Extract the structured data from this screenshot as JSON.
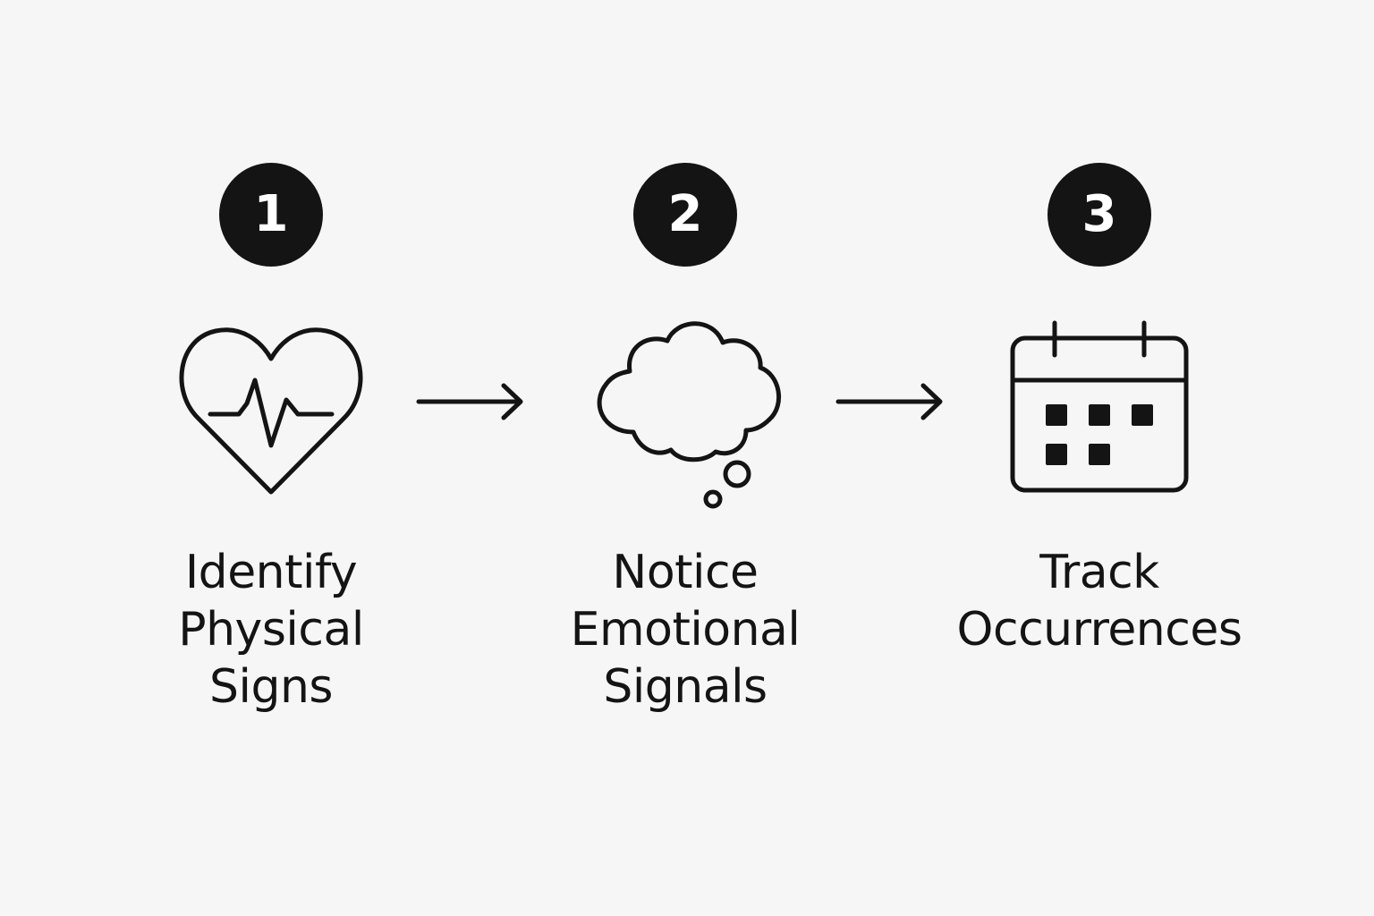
{
  "colors": {
    "background": "#f6f6f6",
    "ink": "#141414",
    "badge_text": "#ffffff"
  },
  "steps": [
    {
      "number": "1",
      "icon": "heart-pulse-icon",
      "label_lines": [
        "Identify",
        "Physical",
        "Signs"
      ]
    },
    {
      "number": "2",
      "icon": "thought-cloud-icon",
      "label_lines": [
        "Notice",
        "Emotional",
        "Signals"
      ]
    },
    {
      "number": "3",
      "icon": "calendar-icon",
      "label_lines": [
        "Track",
        "Occurrences"
      ]
    }
  ],
  "arrows": [
    {
      "icon": "arrow-right-icon"
    },
    {
      "icon": "arrow-right-icon"
    }
  ]
}
